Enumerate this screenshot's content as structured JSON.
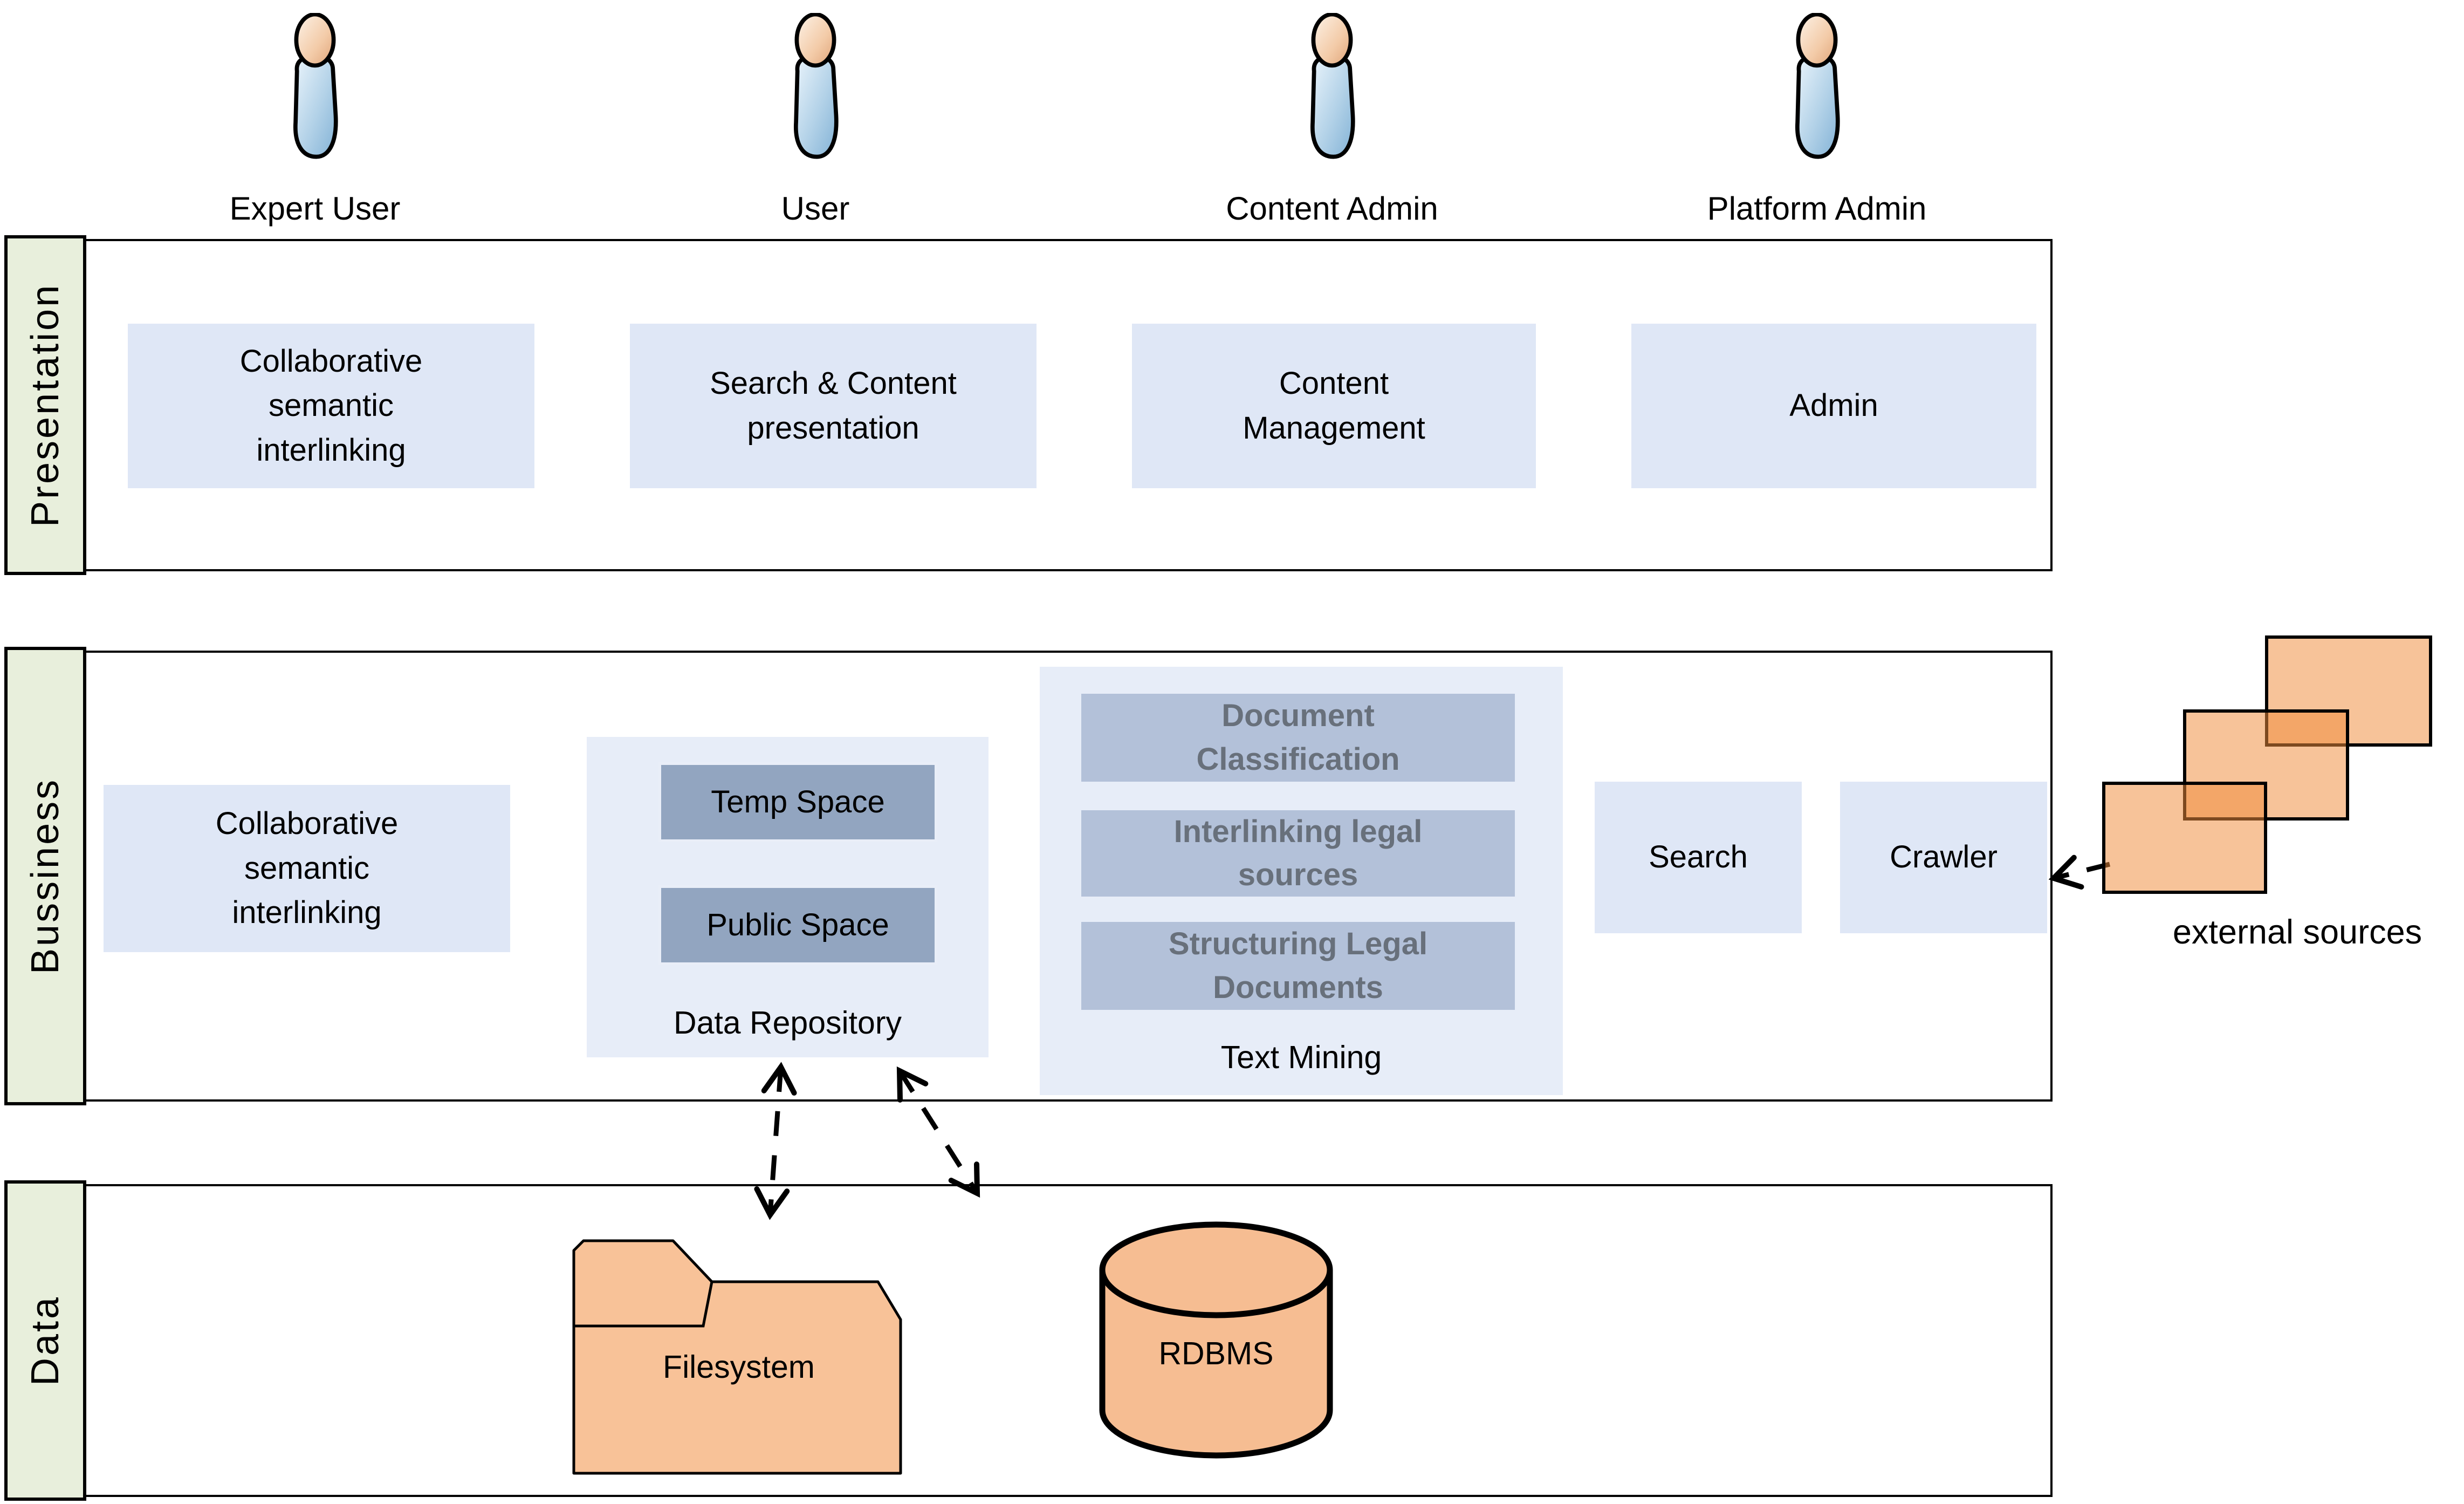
{
  "actors": [
    {
      "label": "Expert User"
    },
    {
      "label": "User"
    },
    {
      "label": "Content Admin"
    },
    {
      "label": "Platform Admin"
    }
  ],
  "layers": [
    {
      "label": "Presentation"
    },
    {
      "label": "Bussiness"
    },
    {
      "label": "Data"
    }
  ],
  "presentation": {
    "boxes": [
      "Collaborative semantic interlinking",
      "Search & Content presentation",
      "Content Management",
      "Admin"
    ]
  },
  "business": {
    "collab": "Collaborative semantic interlinking",
    "data_repository": {
      "title": "Data Repository",
      "temp": "Temp Space",
      "public": "Public Space"
    },
    "text_mining": {
      "title": "Text Mining",
      "items": [
        "Document Classification",
        "Interlinking legal sources",
        "Structuring Legal Documents"
      ]
    },
    "search": "Search",
    "crawler": "Crawler"
  },
  "data_layer": {
    "filesystem": "Filesystem",
    "rdbms": "RDBMS"
  },
  "external": {
    "label": "external sources"
  },
  "colors": {
    "layer_label_bg": "#e8efdc",
    "module_box_bg": "#dfe7f6",
    "container_bg": "#e7edf8",
    "space_box_bg": "#92a5c0",
    "text_mining_item_bg": "#b3c1d9",
    "text_mining_item_text": "#68707b",
    "orange_shape": "#f8c298",
    "outline": "#000000"
  }
}
